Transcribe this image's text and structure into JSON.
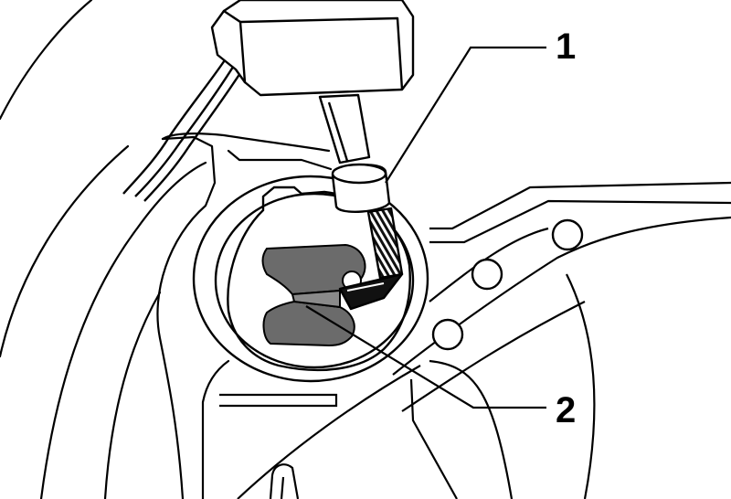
{
  "callouts": [
    {
      "label": "1"
    },
    {
      "label": "2"
    }
  ],
  "colors": {
    "line": "#000000",
    "background": "#ffffff",
    "part_fill": "#ffffff",
    "dark_part": "#6b6b6b",
    "tip": "#111111"
  },
  "style": "black-and-white technical line drawing"
}
